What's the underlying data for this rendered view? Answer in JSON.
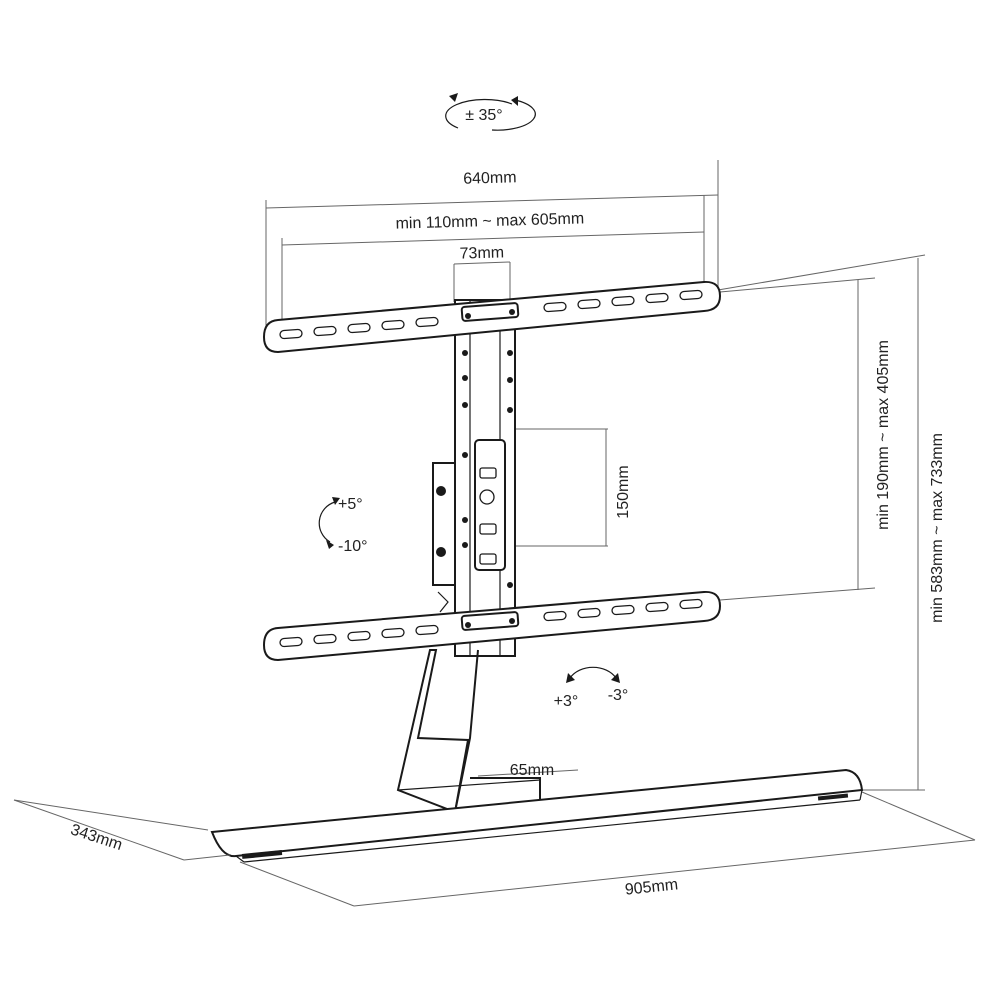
{
  "colors": {
    "line": "#1a1a1a",
    "dimension": "#666666",
    "background": "#ffffff"
  },
  "labels": {
    "rotation": "± 35°",
    "width_total": "640mm",
    "width_range": "min 110mm ~ max 605mm",
    "center_gap": "73mm",
    "vesa_height": "150mm",
    "arm_height_range": "min 190mm ~ max 405mm",
    "overall_height_range": "min 583mm ~ max 733mm",
    "tilt_up": "+5°",
    "tilt_down": "-10°",
    "swivel_left": "+3°",
    "swivel_right": "-3°",
    "column_depth": "65mm",
    "base_depth": "343mm",
    "base_width": "905mm"
  },
  "icons": [
    "rotate-arrow-icon",
    "tilt-arrow-icon",
    "swivel-arrow-icon"
  ]
}
